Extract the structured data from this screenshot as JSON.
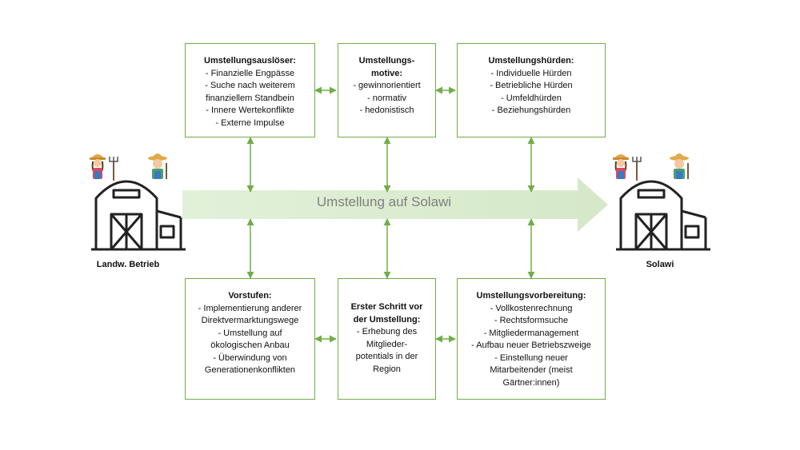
{
  "arrow_label": "Umstellung auf Solawi",
  "left_label": "Landw. Betrieb",
  "right_label": "Solawi",
  "boxes": {
    "ausloeser": {
      "title": "Umstellungsauslöser:",
      "items": [
        "- Finanzielle Engpässe",
        "- Suche nach weiterem",
        "finanziellem Standbein",
        "- Innere Wertekonflikte",
        "- Externe Impulse"
      ]
    },
    "motive": {
      "title_lines": [
        "Umstellungs-",
        "motive:"
      ],
      "items": [
        "- gewinnorientiert",
        "- normativ",
        "- hedonistisch"
      ]
    },
    "huerden": {
      "title": "Umstellungshürden:",
      "items": [
        "- Individuelle Hürden",
        "- Betriebliche Hürden",
        "- Umfeldhürden",
        "- Beziehungshürden"
      ]
    },
    "vorstufen": {
      "title": "Vorstufen:",
      "items": [
        "- Implementierung anderer",
        "Direktvermarktungswege",
        "- Umstellung auf",
        "ökologischen Anbau",
        "- Überwindung von",
        "Generationenkonflikten"
      ]
    },
    "erster": {
      "title_lines": [
        "Erster Schritt vor",
        "der Umstellung:"
      ],
      "items": [
        "- Erhebung des",
        "Mitglieder-",
        "potentials in der",
        "Region"
      ]
    },
    "vorbereitung": {
      "title": "Umstellungsvorbereitung:",
      "items": [
        "- Vollkostenrechnung",
        "- Rechtsformsuche",
        "- Mitgliedermanagement",
        "- Aufbau neuer Betriebszweige",
        "- Einstellung neuer",
        "Mitarbeitender (meist",
        "Gärtner:innen)"
      ]
    }
  }
}
